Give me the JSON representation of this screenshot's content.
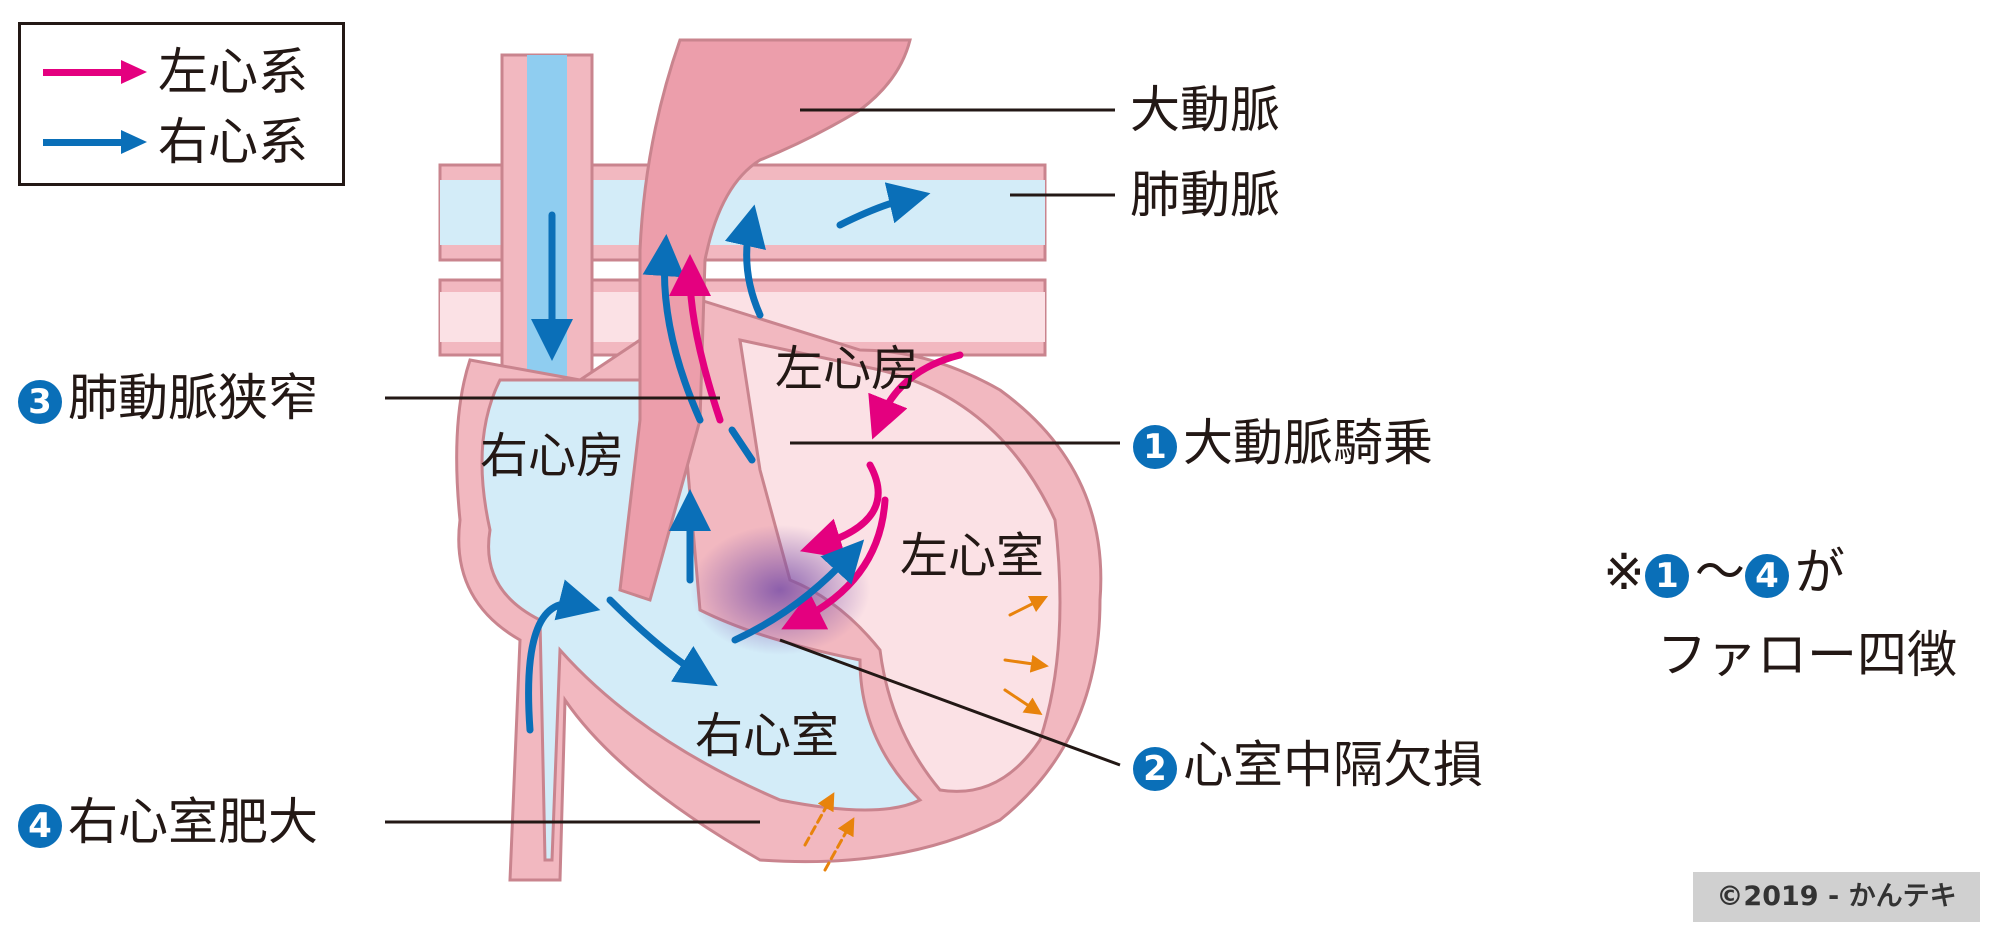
{
  "legend": {
    "items": [
      {
        "label": "左心系",
        "color": "#e4007f"
      },
      {
        "label": "右心系",
        "color": "#0a6fb8"
      }
    ]
  },
  "chambers": {
    "left_atrium": "左心房",
    "right_atrium": "右心房",
    "left_ventricle": "左心室",
    "right_ventricle": "右心室"
  },
  "labels": {
    "aorta": "大動脈",
    "pulmonary_artery": "肺動脈",
    "pulmonary_stenosis": {
      "num": "3",
      "text": "肺動脈狭窄"
    },
    "overriding_aorta": {
      "num": "1",
      "text": "大動脈騎乗"
    },
    "vsd": {
      "num": "2",
      "text": "心室中隔欠損"
    },
    "rvh": {
      "num": "4",
      "text": "右心室肥大"
    }
  },
  "note": {
    "mark": "※",
    "from_num": "1",
    "tilde": "〜",
    "to_num": "4",
    "particle": "が",
    "line2": "ファロー四徴"
  },
  "copyright": "©2019 - かんテキ",
  "colors": {
    "wall": "#f2b8c0",
    "wall_edge": "#c9848e",
    "right_blood": "#d3ecf8",
    "vena_cava": "#8fcdf0",
    "aorta": "#ec9eab",
    "left_blood": "#fbe1e5",
    "accent_blue": "#0a6fb8",
    "accent_red": "#e4007f",
    "accent_orange": "#e8830c"
  }
}
